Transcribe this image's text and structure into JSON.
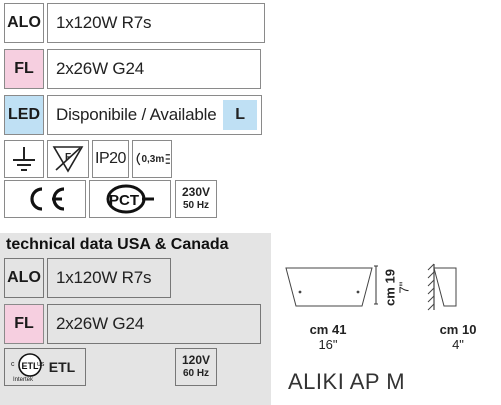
{
  "top": {
    "rows": [
      {
        "code": "ALO",
        "value": "1x120W R7s"
      },
      {
        "code": "FL",
        "value": "2x26W G24"
      },
      {
        "code": "LED",
        "value": "Disponibile / Available",
        "badge": "L"
      }
    ],
    "icons": {
      "ip": "IP20",
      "distance": "0,3m",
      "voltage": "230V",
      "frequency": "50 Hz"
    }
  },
  "usa": {
    "heading": "technical data USA & Canada",
    "rows": [
      {
        "code": "ALO",
        "value": "1x120W R7s"
      },
      {
        "code": "FL",
        "value": "2x26W G24"
      }
    ],
    "etl": {
      "label": "ETL",
      "sub": "Intertek",
      "c": "c",
      "us": "us"
    },
    "voltage": "120V",
    "frequency": "60 Hz"
  },
  "dimensions": {
    "width_cm": "cm 41",
    "width_in": "16\"",
    "height_cm": "cm 19",
    "height_in": "7\"",
    "depth_cm": "cm 10",
    "depth_in": "4\""
  },
  "product": "ALIKI AP M",
  "colors": {
    "pink": "#f6cfe0",
    "blue": "#bfe0f4",
    "gray": "#e4e4e4"
  }
}
